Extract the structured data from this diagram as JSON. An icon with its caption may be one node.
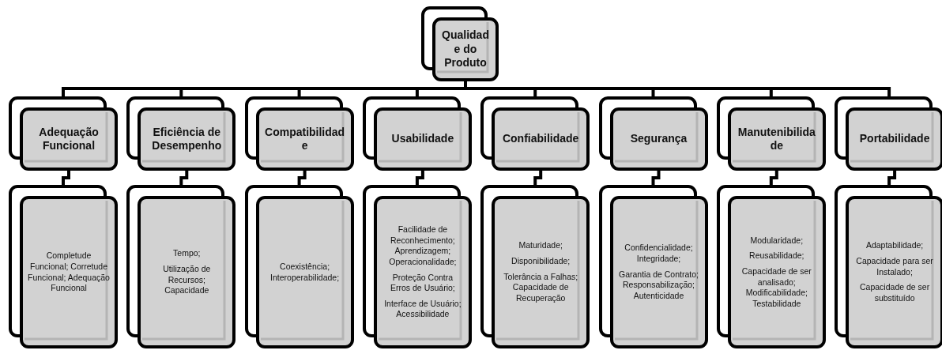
{
  "diagram": {
    "nodes": [
      {
        "text": [
          "Qualidade do Produto"
        ]
      },
      {
        "text": [
          "Adequação Funcional"
        ]
      },
      {
        "text": [
          "Eficiência de Desempenho"
        ]
      },
      {
        "text": [
          "Compatibilidade"
        ]
      },
      {
        "text": [
          "Usabilidade"
        ]
      },
      {
        "text": [
          "Confiabilidade"
        ]
      },
      {
        "text": [
          "Segurança"
        ]
      },
      {
        "text": [
          "Manutenibilidade"
        ]
      },
      {
        "text": [
          "Portabilidade"
        ]
      },
      {
        "text": [
          "Completude Funcional; Corretude Funcional; Adequação Funcional"
        ]
      },
      {
        "text": [
          "Tempo;",
          "Utilização de Recursos; Capacidade"
        ]
      },
      {
        "text": [
          "Coexistência; Interoperabilidade;"
        ]
      },
      {
        "text": [
          "Facilidade de Reconhecimento; Aprendizagem; Operacionalidade;",
          "Proteção Contra Erros de Usuário;",
          "Interface de Usuário; Acessibilidade"
        ]
      },
      {
        "text": [
          "Maturidade;",
          "Disponibilidade;",
          "Tolerância a Falhas; Capacidade de Recuperação"
        ]
      },
      {
        "text": [
          "Confidencialidade; Integridade;",
          "Garantia de Contrato; Responsabilização; Autenticidade"
        ]
      },
      {
        "text": [
          "Modularidade;",
          "Reusabilidade;",
          "Capacidade de ser analisado; Modificabilidade; Testabilidade"
        ]
      },
      {
        "text": [
          "Adaptabilidade;",
          "Capacidade para ser Instalado;",
          "Capacidade de ser substituído"
        ]
      }
    ],
    "edges": [
      {
        "from": 0,
        "to": 1,
        "arrow": "none"
      },
      {
        "from": 0,
        "to": 2,
        "arrow": "none"
      },
      {
        "from": 0,
        "to": 3,
        "arrow": "none"
      },
      {
        "from": 0,
        "to": 4,
        "arrow": "none"
      },
      {
        "from": 0,
        "to": 5,
        "arrow": "none"
      },
      {
        "from": 0,
        "to": 6,
        "arrow": "none"
      },
      {
        "from": 0,
        "to": 7,
        "arrow": "none"
      },
      {
        "from": 0,
        "to": 8,
        "arrow": "none"
      },
      {
        "from": 1,
        "to": 9,
        "arrow": "none"
      },
      {
        "from": 2,
        "to": 10,
        "arrow": "none"
      },
      {
        "from": 3,
        "to": 11,
        "arrow": "none"
      },
      {
        "from": 4,
        "to": 12,
        "arrow": "none"
      },
      {
        "from": 5,
        "to": 13,
        "arrow": "none"
      },
      {
        "from": 6,
        "to": 14,
        "arrow": "none"
      },
      {
        "from": 7,
        "to": 15,
        "arrow": "none"
      },
      {
        "from": 8,
        "to": 16,
        "arrow": "none"
      }
    ]
  }
}
